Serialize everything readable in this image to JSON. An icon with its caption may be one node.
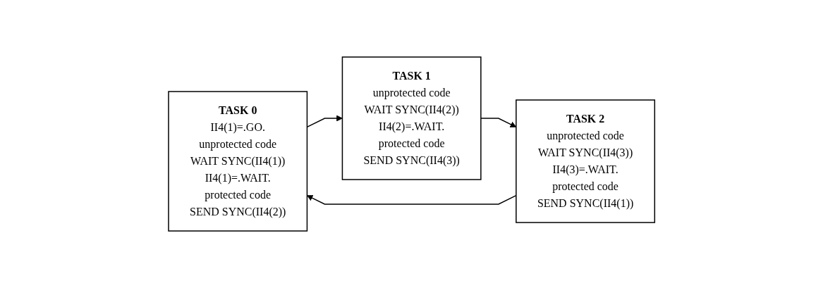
{
  "diagram": {
    "nodes": [
      {
        "text": [
          "TASK 0",
          "II4(1)=.GO.",
          "unprotected code",
          "WAIT SYNC(II4(1))",
          "II4(1)=.WAIT.",
          "protected code",
          "SEND SYNC(II4(2))"
        ]
      },
      {
        "text": [
          "TASK 1",
          "unprotected code",
          "WAIT SYNC(II4(2))",
          "II4(2)=.WAIT.",
          "protected code",
          "SEND SYNC(II4(3))"
        ]
      },
      {
        "text": [
          "TASK 2",
          "unprotected code",
          "WAIT SYNC(II4(3))",
          "II4(3)=.WAIT.",
          "protected code",
          "SEND SYNC(II4(1))"
        ]
      }
    ],
    "edges": [
      {
        "from": 0,
        "to": 1,
        "arrow": "to"
      },
      {
        "from": 1,
        "to": 2,
        "arrow": "to"
      },
      {
        "from": 2,
        "to": 0,
        "arrow": "to"
      }
    ]
  }
}
